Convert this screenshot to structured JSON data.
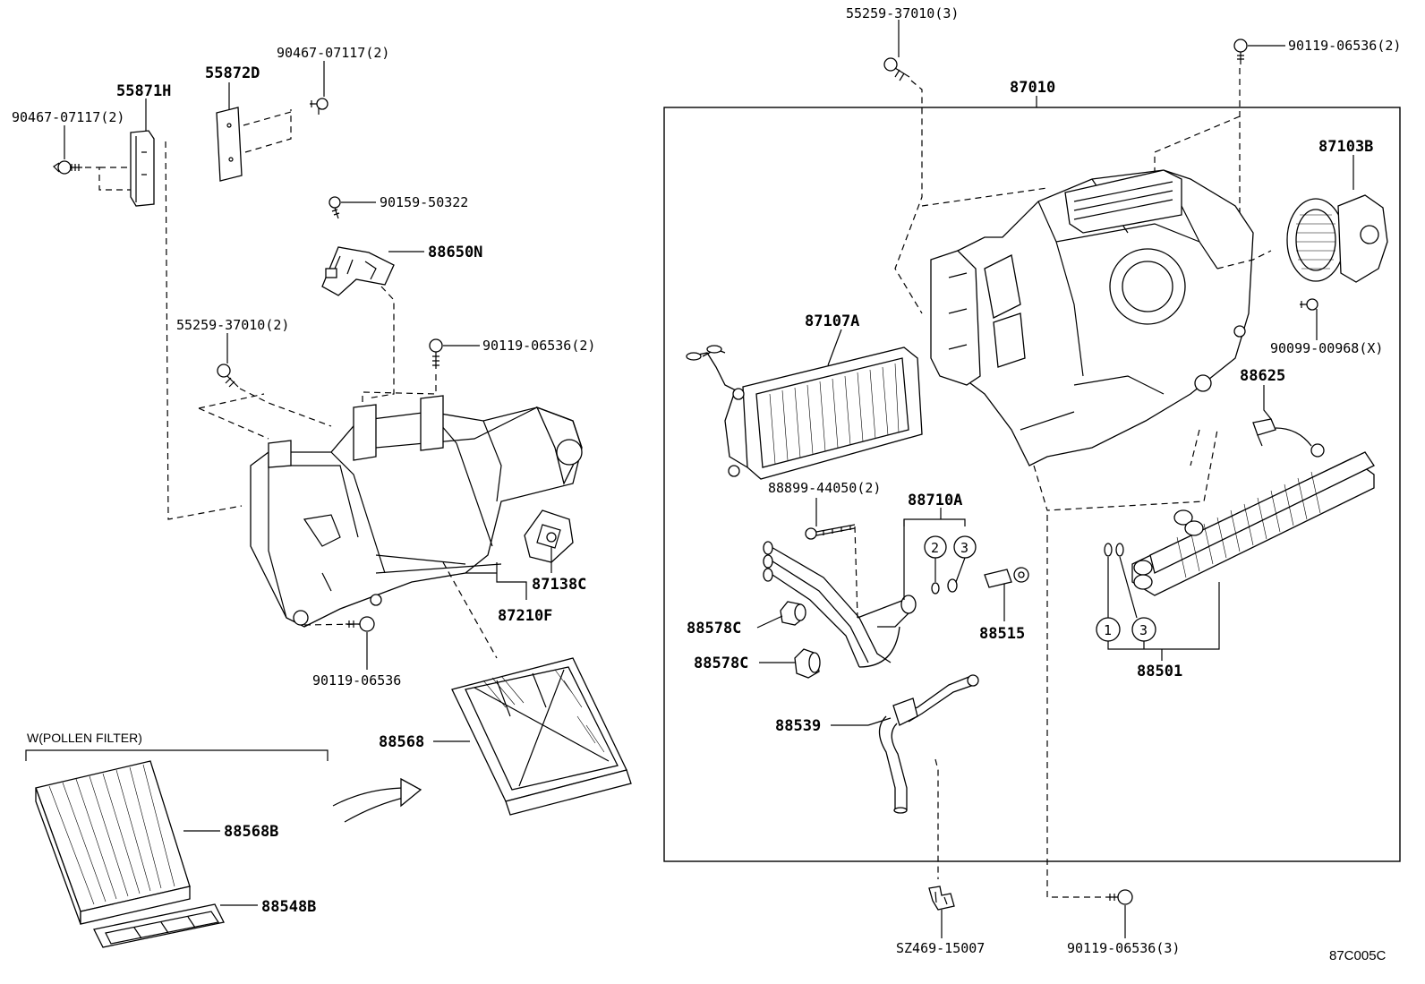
{
  "diagram_code": "87C005C",
  "pollen_filter_group": "W(POLLEN FILTER)",
  "labels": {
    "p55871h": "55871H",
    "p55872d": "55872D",
    "p90467_left": "90467-07117(2)",
    "p90467_top": "90467-07117(2)",
    "p90159": "90159-50322",
    "p88650n": "88650N",
    "p55259_left": "55259-37010(2)",
    "p90119_left_top": "90119-06536(2)",
    "p87138c": "87138C",
    "p87210f": "87210F",
    "p90119_left_bot": "90119-06536",
    "p88568": "88568",
    "p88568b": "88568B",
    "p88548b": "88548B",
    "p55259_top": "55259-37010(3)",
    "p90119_top_right": "90119-06536(2)",
    "p87010": "87010",
    "p87103b": "87103B",
    "p87107a": "87107A",
    "p90099": "90099-00968(X)",
    "p88625": "88625",
    "p88899": "88899-44050(2)",
    "p88710a": "88710A",
    "p88578c_1": "88578C",
    "p88578c_2": "88578C",
    "p88515": "88515",
    "p88501": "88501",
    "p88539": "88539",
    "psz469": "SZ469-15007",
    "p90119_bottom_right": "90119-06536(3)",
    "circle_2": "2",
    "circle_3_a": "3",
    "circle_1": "1",
    "circle_3_b": "3"
  }
}
